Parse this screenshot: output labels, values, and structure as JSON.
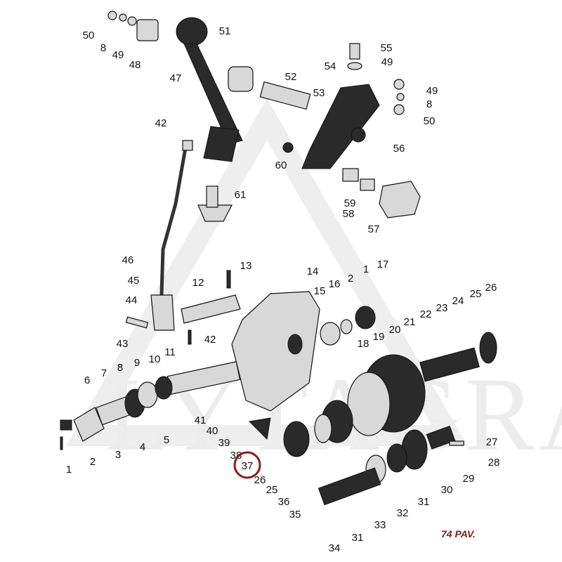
{
  "watermark": "LYTAGRA",
  "page_code": "74 PAV.",
  "highlight": {
    "label": "37",
    "color": "#8b1a1a"
  },
  "labels": [
    "50",
    "8",
    "49",
    "48",
    "51",
    "47",
    "52",
    "53",
    "55",
    "49",
    "54",
    "49",
    "8",
    "50",
    "42",
    "56",
    "60",
    "61",
    "59",
    "58",
    "57",
    "46",
    "13",
    "14",
    "2",
    "1",
    "17",
    "45",
    "12",
    "15",
    "16",
    "26",
    "25",
    "24",
    "23",
    "44",
    "22",
    "21",
    "20",
    "19",
    "42",
    "43",
    "18",
    "10",
    "11",
    "9",
    "7",
    "8",
    "6",
    "41",
    "40",
    "39",
    "38",
    "5",
    "4",
    "3",
    "2",
    "1",
    "27",
    "28",
    "29",
    "30",
    "26",
    "25",
    "31",
    "36",
    "32",
    "35",
    "33",
    "31",
    "34"
  ]
}
